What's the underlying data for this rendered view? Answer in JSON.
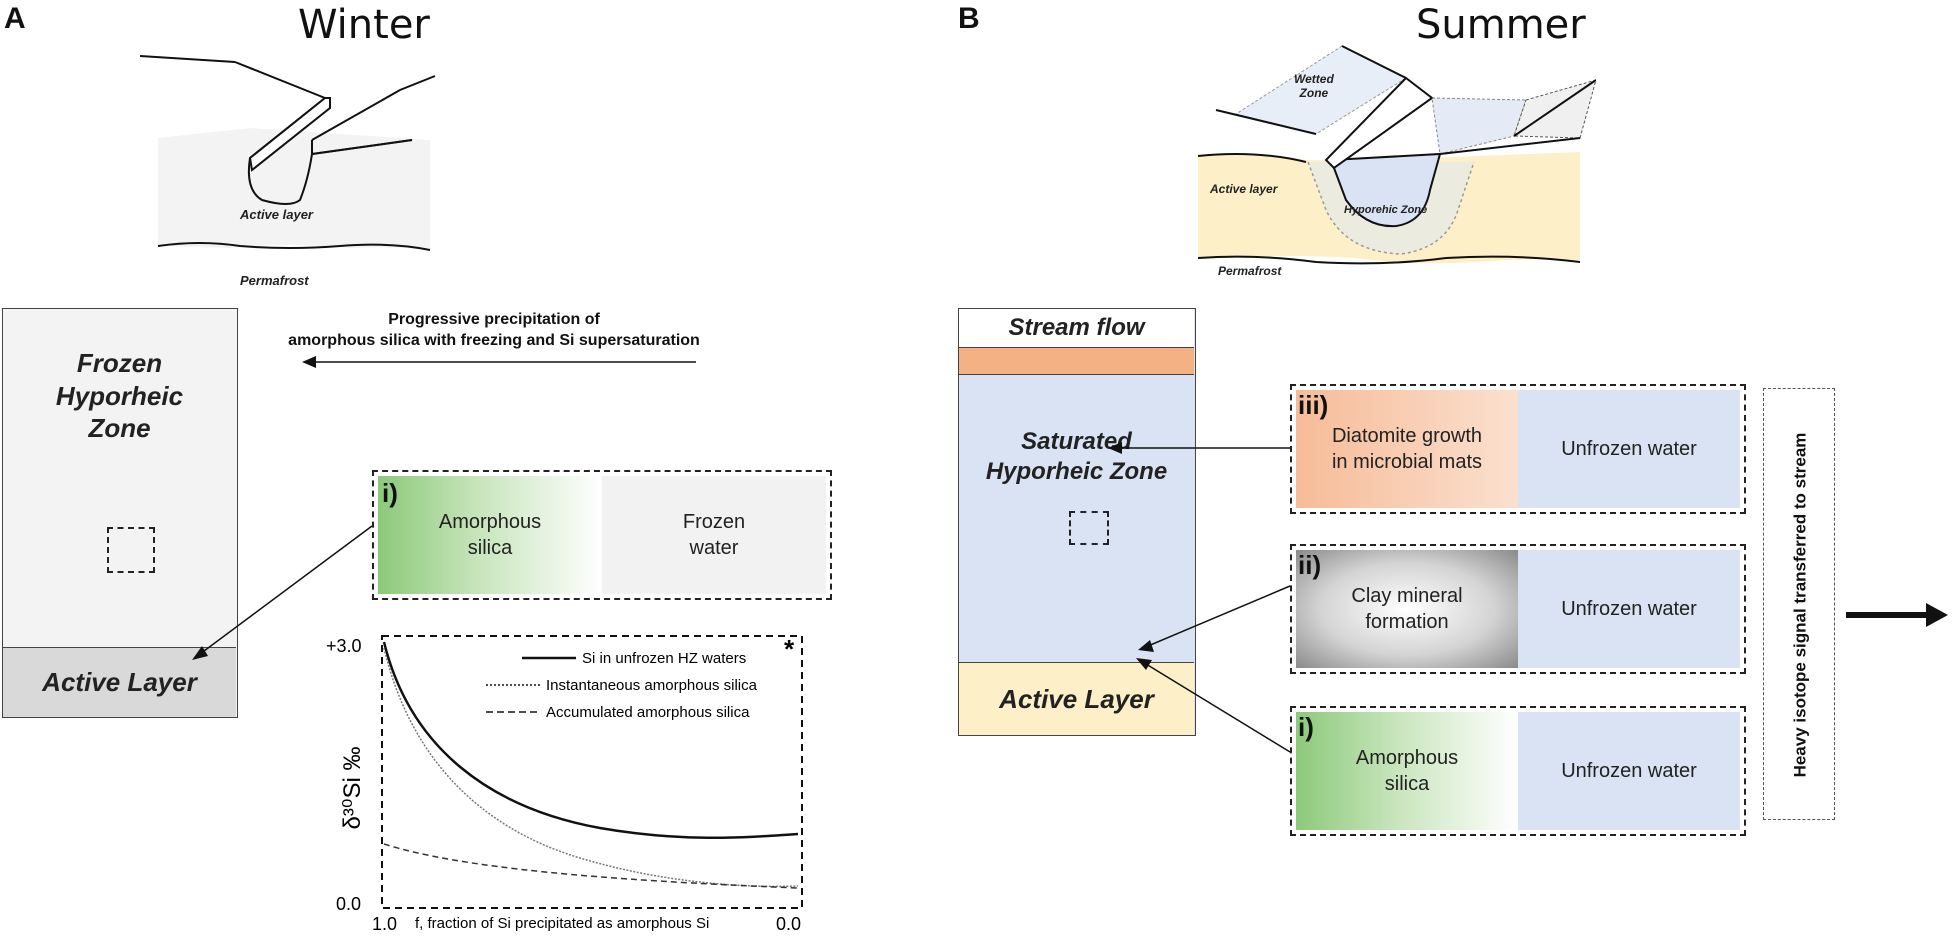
{
  "panel_a": {
    "letter": "A",
    "season": "Winter",
    "sketch": {
      "active_layer": "Active layer",
      "permafrost": "Permafrost"
    },
    "column": {
      "frozen_zone": "Frozen\nHyporheic\nZone",
      "active_layer": "Active Layer"
    },
    "arrow_caption": "Progressive precipitation of\namorphous silica with freezing and Si supersaturation",
    "box_i": {
      "roman": "i)",
      "left": "Amorphous\nsilica",
      "right": "Frozen\nwater"
    },
    "chart": {
      "asterisk": "*",
      "ytick_top": "+3.0",
      "ytick_bottom": "0.0",
      "ylabel": "δ³⁰Si ‰",
      "xtick_left": "1.0",
      "xtick_right": "0.0",
      "xlabel": "f, fraction of Si precipitated as amorphous Si",
      "legend": [
        {
          "label": "Si in unfrozen HZ waters",
          "style": "solid"
        },
        {
          "label": "Instantaneous amorphous silica",
          "style": "dotted"
        },
        {
          "label": "Accumulated amorphous silica",
          "style": "dashed"
        }
      ]
    }
  },
  "panel_b": {
    "letter": "B",
    "season": "Summer",
    "sketch": {
      "wetted_zone": "Wetted\nZone",
      "active_layer": "Active layer",
      "hyporheic_zone": "Hyporehic Zone",
      "permafrost": "Permafrost"
    },
    "column": {
      "stream_flow": "Stream flow",
      "saturated_zone": "Saturated\nHyporheic Zone",
      "active_layer": "Active Layer"
    },
    "box_iii": {
      "roman": "iii)",
      "left": "Diatomite growth\nin microbial mats",
      "right": "Unfrozen water"
    },
    "box_ii": {
      "roman": "ii)",
      "left": "Clay mineral\nformation",
      "right": "Unfrozen water"
    },
    "box_i": {
      "roman": "i)",
      "left": "Amorphous\nsilica",
      "right": "Unfrozen water"
    },
    "side_label": "Heavy isotope signal transferred to stream"
  },
  "colors": {
    "frozen_fill": "#f3f3f3",
    "active_layer_winter": "#d9d9d9",
    "saturated_fill": "#dae3f3",
    "active_layer_summer": "#fdefc7",
    "diatomite_band": "#f4b183",
    "amorphous_green": "#8cc97a",
    "clay_gray": "#7f7f7f"
  }
}
